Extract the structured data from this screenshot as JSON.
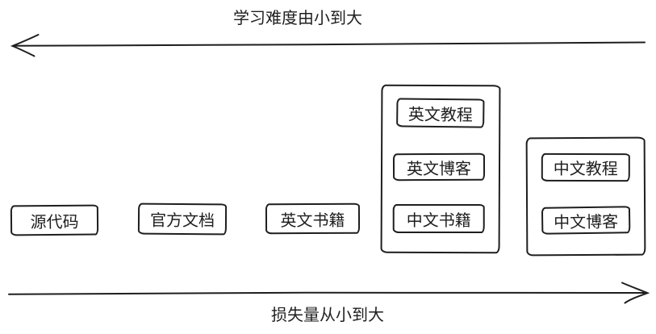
{
  "diagram": {
    "top_axis_label": "学习难度由小到大",
    "bottom_axis_label": "损失量从小到大",
    "boxes": {
      "source_code": "源代码",
      "official_docs": "官方文档",
      "english_books": "英文书籍",
      "english_tutorials": "英文教程",
      "english_blogs": "英文博客",
      "chinese_books": "中文书籍",
      "chinese_tutorials": "中文教程",
      "chinese_blogs": "中文博客"
    },
    "colors": {
      "stroke": "#1e1e1e",
      "background": "#ffffff"
    }
  }
}
